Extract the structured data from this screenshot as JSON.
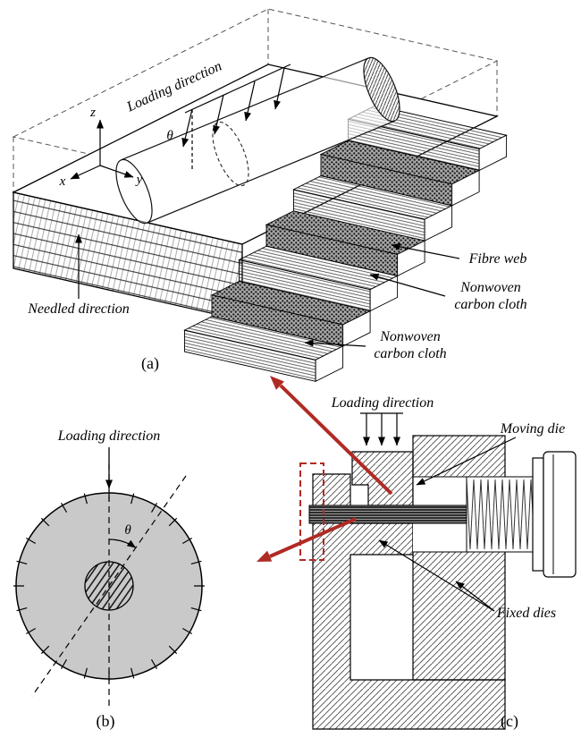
{
  "panel_a": {
    "label": "(a)",
    "loading_direction": "Loading direction",
    "theta": "θ",
    "axis_x": "x",
    "axis_y": "y",
    "axis_z": "z",
    "needled_direction": "Needled direction",
    "fibre_web": "Fibre web",
    "nonwoven_line1": "Nonwoven",
    "nonwoven_line2": "carbon cloth"
  },
  "panel_b": {
    "label": "(b)",
    "loading_direction": "Loading direction",
    "theta": "θ"
  },
  "panel_c": {
    "label": "(c)",
    "loading_direction": "Loading direction",
    "moving_die": "Moving die",
    "fixed_dies": "Fixed dies"
  },
  "colors": {
    "accent_red": "#b02a24",
    "disk_gray": "#c9c9c9"
  }
}
